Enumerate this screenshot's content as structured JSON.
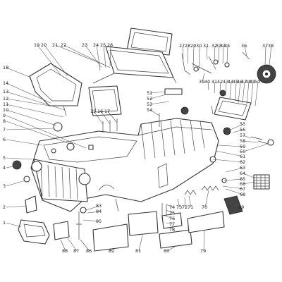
{
  "labels": [
    "1",
    "2",
    "3",
    "4",
    "5",
    "6",
    "7",
    "8",
    "9",
    "10",
    "11",
    "12",
    "13",
    "14",
    "15",
    "16",
    "17",
    "18",
    "19",
    "20",
    "21",
    "22",
    "23",
    "24",
    "25",
    "26",
    "27",
    "28",
    "29",
    "30",
    "31",
    "32",
    "33",
    "34",
    "35",
    "36",
    "37",
    "38",
    "39",
    "40",
    "41",
    "42",
    "43",
    "44",
    "45",
    "46",
    "47",
    "48",
    "49",
    "50",
    "51",
    "52",
    "53",
    "54",
    "55",
    "56",
    "57",
    "58",
    "59",
    "60",
    "61",
    "62",
    "63",
    "64",
    "65",
    "66",
    "67",
    "68",
    "69",
    "70",
    "71",
    "72",
    "73",
    "74",
    "75",
    "76",
    "77",
    "78",
    "79",
    "80",
    "81",
    "82",
    "83",
    "84",
    "85",
    "86",
    "87",
    "88"
  ]
}
